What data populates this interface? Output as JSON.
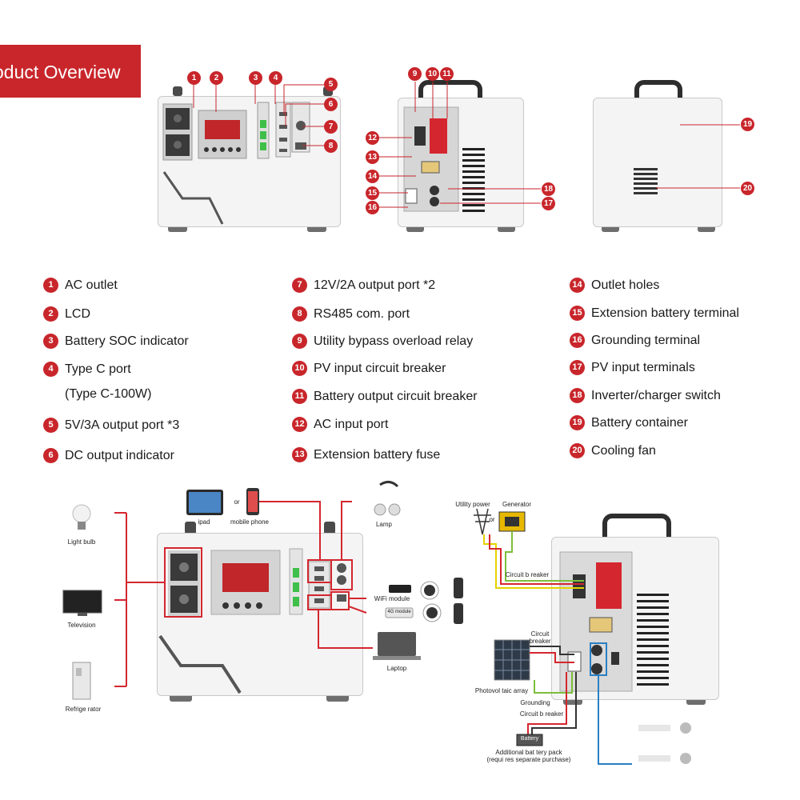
{
  "header": {
    "title": "oduct Overview"
  },
  "callout_numbers": [
    "1",
    "2",
    "3",
    "4",
    "5",
    "6",
    "7",
    "8",
    "9",
    "10",
    "11",
    "12",
    "13",
    "14",
    "15",
    "16",
    "17",
    "18",
    "19",
    "20"
  ],
  "legend": {
    "col1": [
      {
        "num": "1",
        "label": "AC outlet"
      },
      {
        "num": "2",
        "label": "LCD"
      },
      {
        "num": "3",
        "label": "Battery SOC indicator"
      },
      {
        "num": "4",
        "label": "Type C port"
      },
      {
        "num": "5",
        "label": "5V/3A output port *3"
      },
      {
        "num": "6",
        "label": "DC output indicator"
      }
    ],
    "col1_sub": "(Type C-100W)",
    "col2": [
      {
        "num": "7",
        "label": "12V/2A output port *2"
      },
      {
        "num": "8",
        "label": "RS485 com. port"
      },
      {
        "num": "9",
        "label": "Utility bypass overload relay"
      },
      {
        "num": "10",
        "label": "PV input circuit breaker"
      },
      {
        "num": "11",
        "label": "Battery output circuit breaker"
      },
      {
        "num": "12",
        "label": "AC input port"
      },
      {
        "num": "13",
        "label": "Extension battery fuse"
      }
    ],
    "col3": [
      {
        "num": "14",
        "label": "Outlet holes"
      },
      {
        "num": "15",
        "label": "Extension battery terminal"
      },
      {
        "num": "16",
        "label": "Grounding terminal"
      },
      {
        "num": "17",
        "label": "PV input terminals"
      },
      {
        "num": "18",
        "label": "Inverter/charger switch"
      },
      {
        "num": "19",
        "label": "Battery container"
      },
      {
        "num": "20",
        "label": "Cooling fan"
      }
    ]
  },
  "usage_diagram": {
    "light_bulb": "Light bulb",
    "television": "Television",
    "refrigerator": "Refrige rator",
    "ipad": "ipad",
    "or": "or",
    "mobile_phone": "mobile phone",
    "lamp": "Lamp",
    "wifi_module": "WiFi module",
    "module_4g": "4G module",
    "laptop": "Laptop"
  },
  "wiring_diagram": {
    "utility_power": "Utility power",
    "or": "or",
    "generator": "Generator",
    "circuit_breaker_top": "Circuit b reaker",
    "circuit_breaker_mid_1": "Circuit",
    "circuit_breaker_mid_2": "breaker",
    "photovoltaic": "Photovol taic array",
    "grounding": "Grounding",
    "circuit_breaker_bottom": "Circuit b reaker",
    "battery": "Battery",
    "additional_battery_1": "Additional bat tery pack",
    "additional_battery_2": "(requi res separate purchase)"
  },
  "colors": {
    "accent": "#c8262b",
    "wire_red": "#d4262e",
    "wire_yellow": "#e6d200",
    "wire_green": "#7bbf3a",
    "wire_blue": "#2a7fc2",
    "device_body": "#f4f4f4",
    "lcd": "#c0262a"
  }
}
